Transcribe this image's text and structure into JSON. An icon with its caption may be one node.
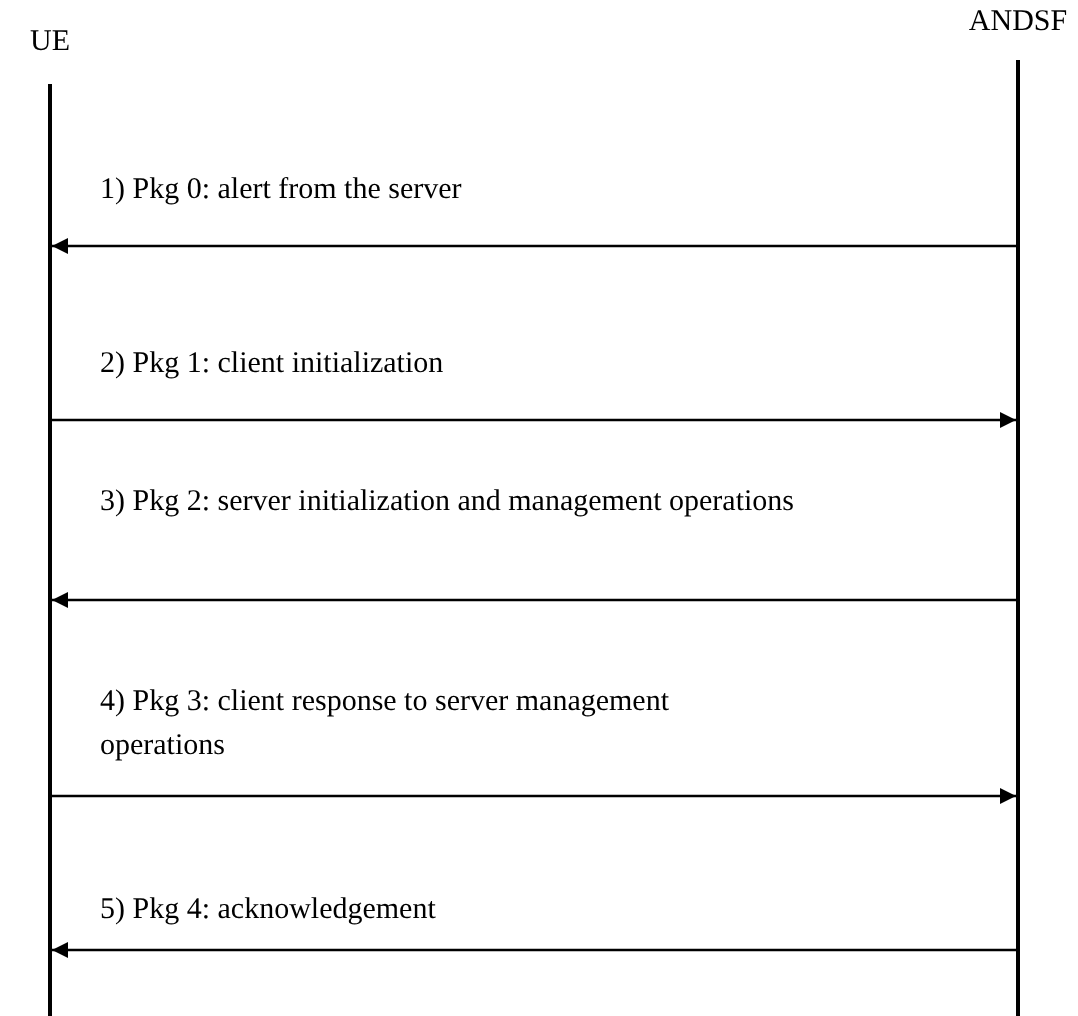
{
  "diagram": {
    "nodes": [
      {
        "text": [
          "UE"
        ]
      },
      {
        "text": [
          "ANDSF"
        ]
      }
    ],
    "edges": [
      {
        "from": 1,
        "to": 0,
        "arrow": "to",
        "label": "1) Pkg 0: alert from the server"
      },
      {
        "from": 0,
        "to": 1,
        "arrow": "to",
        "label": "2) Pkg 1: client initialization"
      },
      {
        "from": 1,
        "to": 0,
        "arrow": "to",
        "label": "3) Pkg 2: server initialization and management operations"
      },
      {
        "from": 0,
        "to": 1,
        "arrow": "to",
        "label": "4) Pkg 3: client response to server management operations"
      },
      {
        "from": 1,
        "to": 0,
        "arrow": "to",
        "label": "5) Pkg 4: acknowledgement"
      }
    ]
  }
}
